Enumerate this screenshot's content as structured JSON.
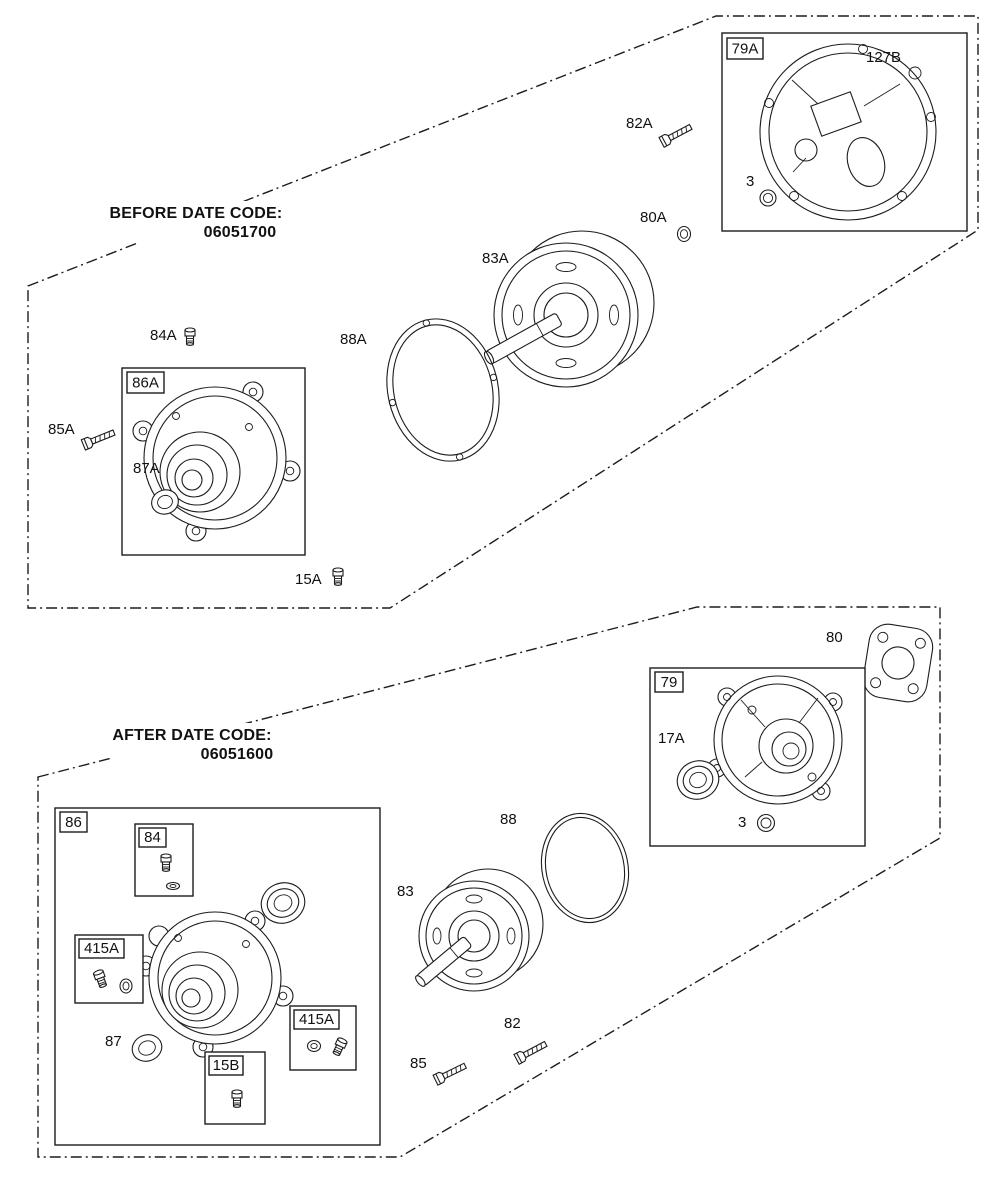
{
  "diagram": {
    "before": {
      "heading": "BEFORE DATE CODE:",
      "code": "06051700",
      "labels": {
        "p79A": "79A",
        "p127B": "127B",
        "p82A": "82A",
        "p3": "3",
        "p80A": "80A",
        "p83A": "83A",
        "p88A": "88A",
        "p84A": "84A",
        "p86A": "86A",
        "p85A": "85A",
        "p87A": "87A",
        "p15A": "15A"
      }
    },
    "after": {
      "heading": "AFTER DATE CODE:",
      "code": "06051600",
      "labels": {
        "p80": "80",
        "p79": "79",
        "p17A": "17A",
        "p3": "3",
        "p88": "88",
        "p83": "83",
        "p86": "86",
        "p84": "84",
        "p415A_left": "415A",
        "p87": "87",
        "p15B": "15B",
        "p415A_right": "415A",
        "p82": "82",
        "p85": "85"
      }
    }
  }
}
